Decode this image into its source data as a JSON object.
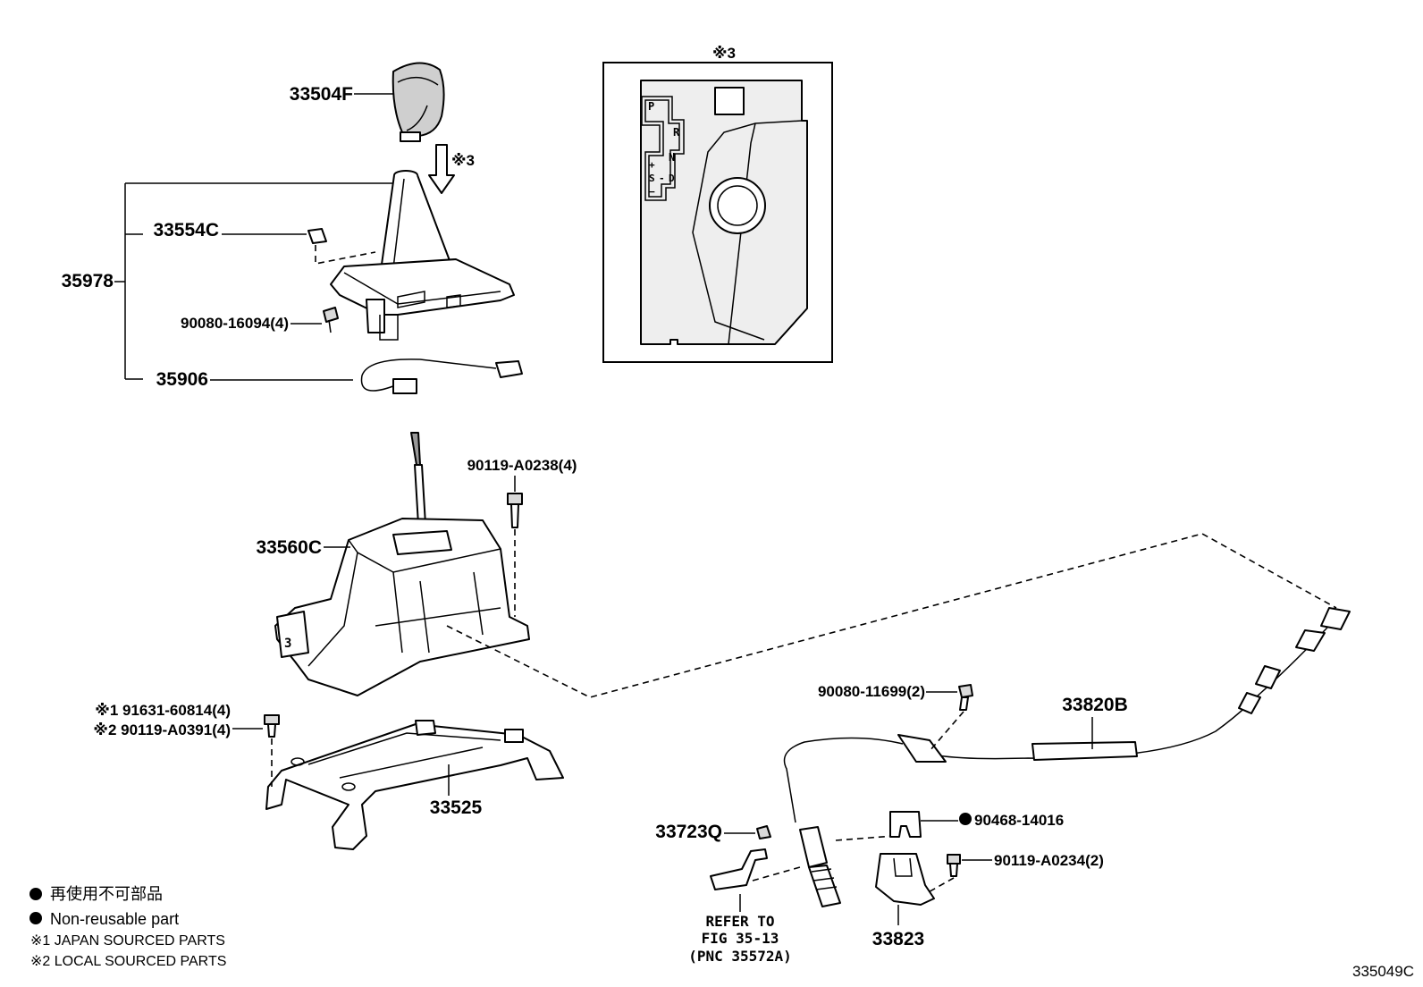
{
  "diagram_code": "335049C",
  "labels": {
    "knob": "33504F",
    "arrow_note": "※3",
    "assy": "35978",
    "clip": "33554C",
    "bolt_16094": "90080-16094(4)",
    "wire": "35906",
    "bolt_a0238": "90119-A0238(4)",
    "housing": "33560C",
    "bolt_jp": "※1 91631-60814(4)",
    "bolt_local": "※2 90119-A0391(4)",
    "bracket": "33525",
    "bolt_11699": "90080-11699(2)",
    "cable": "33820B",
    "grommet": "33723Q",
    "clip_14016": "90468-14016",
    "bolt_a0234": "90119-A0234(2)",
    "cable_bracket": "33823",
    "refer_line1": "REFER TO",
    "refer_line2": "FIG 35-13",
    "refer_line3": "(PNC 35572A)"
  },
  "inset": {
    "title": "※3",
    "gates": [
      "P",
      "R",
      "N",
      "+",
      "S",
      "-",
      "D",
      "−"
    ]
  },
  "legend": [
    {
      "symbol": "●",
      "text": "再使用不可部品"
    },
    {
      "symbol": "●",
      "text": "Non-reusable part"
    },
    {
      "symbol": "",
      "text": "※1 JAPAN SOURCED PARTS"
    },
    {
      "symbol": "",
      "text": "※2 LOCAL SOURCED PARTS"
    }
  ]
}
